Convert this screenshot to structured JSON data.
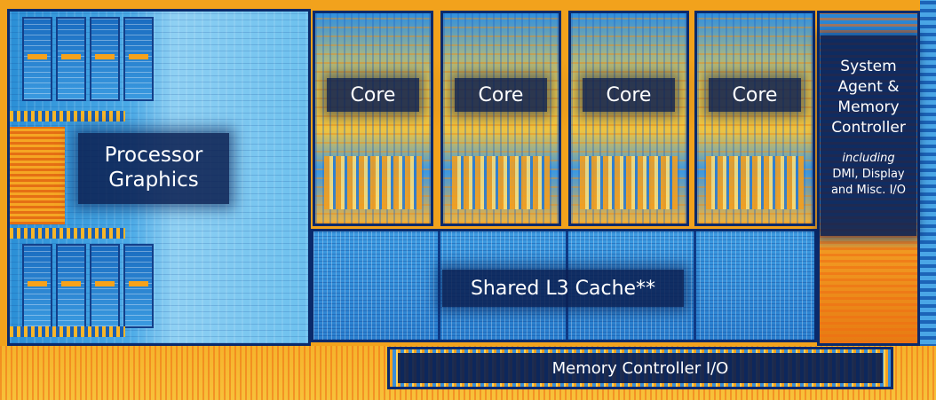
{
  "diagram": {
    "regions": {
      "processor_graphics": {
        "label_line1": "Processor",
        "label_line2": "Graphics"
      },
      "cores": [
        {
          "label": "Core"
        },
        {
          "label": "Core"
        },
        {
          "label": "Core"
        },
        {
          "label": "Core"
        }
      ],
      "system_agent": {
        "title_line1": "System",
        "title_line2": "Agent &",
        "title_line3": "Memory",
        "title_line4": "Controller",
        "sub_italic": "including",
        "sub_line1": "DMI, Display",
        "sub_line2": "and Misc. I/O"
      },
      "l3_cache": {
        "label": "Shared L3 Cache**"
      },
      "memory_io": {
        "label": "Memory Controller I/O"
      }
    },
    "colors": {
      "label_background": "#0a1e50",
      "label_text": "#ffffff",
      "die_blue": "#2a86d4",
      "die_orange": "#f2a21c",
      "die_yellow": "#f3d04c",
      "border_navy": "#0a2a6b"
    }
  }
}
